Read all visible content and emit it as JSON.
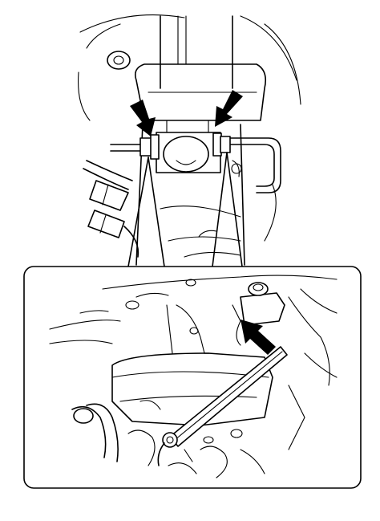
{
  "figure": {
    "colors": {
      "line": "#000000",
      "background": "#ffffff"
    },
    "top_view": {
      "arrows": [
        "arrow-left-nut",
        "arrow-right-nut"
      ]
    },
    "detail_view": {
      "arrows": [
        "arrow-wrench-target"
      ],
      "tool": "flare-nut-wrench-icon"
    }
  }
}
